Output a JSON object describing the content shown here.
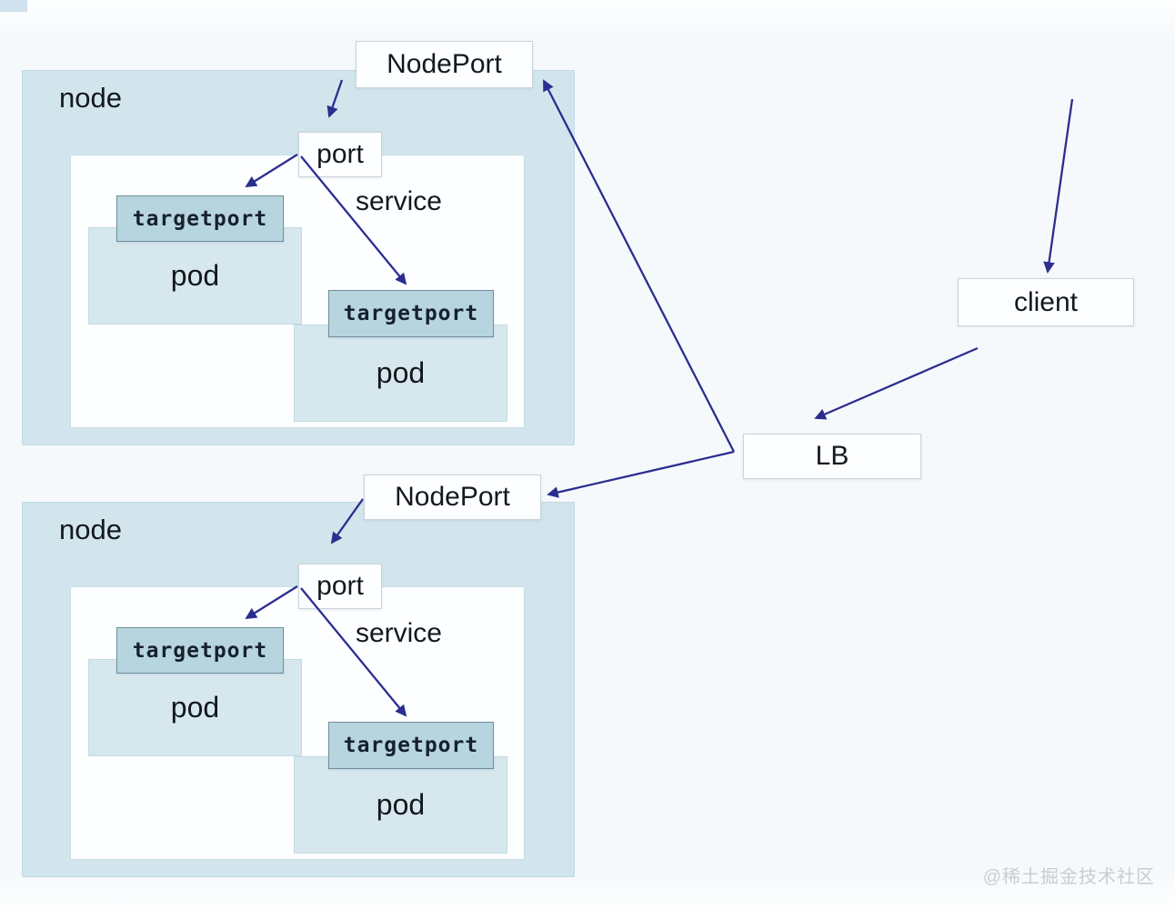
{
  "labels": {
    "nodeport": "NodePort",
    "node": "node",
    "port": "port",
    "service": "service",
    "targetport": "targetport",
    "pod": "pod",
    "client": "client",
    "lb": "LB"
  },
  "watermark": "@稀土掘金技术社区",
  "colors": {
    "node_fill": "#d2e5ec",
    "node_border": "#bfd8e1",
    "service_fill": "#fdfeff",
    "service_border": "#c9dee6",
    "pod_fill": "#d6e8ee",
    "pod_border": "#c2dae2",
    "targetport_fill": "#b7d5df",
    "targetport_border": "#6e8f9c",
    "label_box_fill": "#fdfeff",
    "label_box_border": "#c9d3d9",
    "arrow": "#2b2e8f",
    "text": "#14181d",
    "watermark": "#c9cdd2",
    "background": "#f6f9fb"
  },
  "graph": {
    "nodes": [
      {
        "id": "client",
        "type": "endpoint"
      },
      {
        "id": "LB",
        "type": "load-balancer"
      },
      {
        "id": "node-top",
        "type": "node",
        "contains": {
          "service": {
            "port": "port",
            "targetports": [
              "targetport",
              "targetport"
            ],
            "pods": [
              "pod",
              "pod"
            ]
          },
          "nodeport": "NodePort"
        }
      },
      {
        "id": "node-bottom",
        "type": "node",
        "contains": {
          "service": {
            "port": "port",
            "targetports": [
              "targetport",
              "targetport"
            ],
            "pods": [
              "pod",
              "pod"
            ]
          },
          "nodeport": "NodePort"
        }
      }
    ],
    "edges": [
      {
        "from": "external",
        "to": "client"
      },
      {
        "from": "client",
        "to": "LB"
      },
      {
        "from": "LB",
        "to": "NodePort@node-top"
      },
      {
        "from": "LB",
        "to": "NodePort@node-bottom"
      },
      {
        "from": "NodePort@node-top",
        "to": "port@node-top"
      },
      {
        "from": "port@node-top",
        "to": "targetport-1@node-top"
      },
      {
        "from": "port@node-top",
        "to": "targetport-2@node-top"
      },
      {
        "from": "NodePort@node-bottom",
        "to": "port@node-bottom"
      },
      {
        "from": "port@node-bottom",
        "to": "targetport-1@node-bottom"
      },
      {
        "from": "port@node-bottom",
        "to": "targetport-2@node-bottom"
      }
    ]
  }
}
